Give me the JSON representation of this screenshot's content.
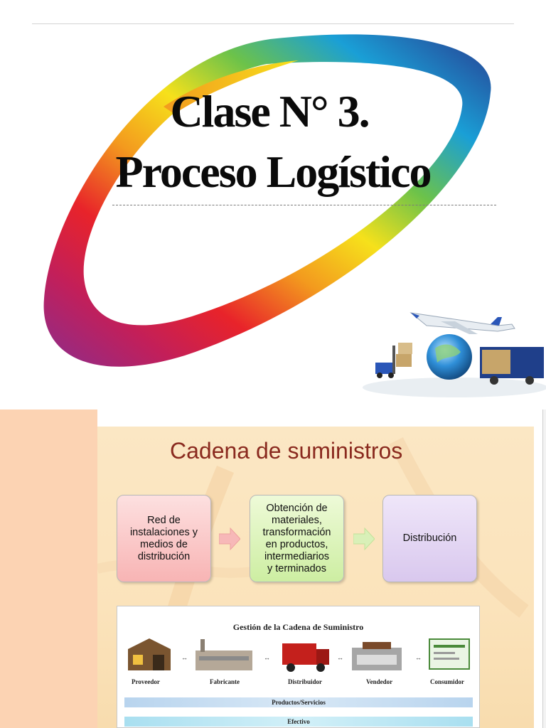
{
  "slide1": {
    "title_line1": "Clase  N°  3.",
    "title_line2": "Proceso Logístico",
    "logo_colors": [
      "#e8232a",
      "#f39a1e",
      "#f6e11b",
      "#6cc24a",
      "#1a9fd6",
      "#283b8f",
      "#8b2d8c"
    ],
    "illustration": "logistics-illustration"
  },
  "slide2": {
    "title": "Cadena de suministros",
    "boxes": [
      {
        "text": "Red de\ninstalaciones y\nmedios de\ndistribución",
        "color": "#f8b4b4"
      },
      {
        "text": "Obtención de\nmateriales,\ntransformación\nen productos,\nintermediarios\ny terminados",
        "color": "#cdeea2"
      },
      {
        "text": "Distribución",
        "color": "#d9c8ee"
      }
    ],
    "diagram": {
      "title": "Gestión de la Cadena de Suministro",
      "stages": [
        "Proveedor",
        "Fabricante",
        "Distribuidor",
        "Vendedor",
        "Consumidor"
      ],
      "link_symbol": "↔",
      "band_products": "Productos/Servicios",
      "band_cash": "Efectivo"
    }
  }
}
